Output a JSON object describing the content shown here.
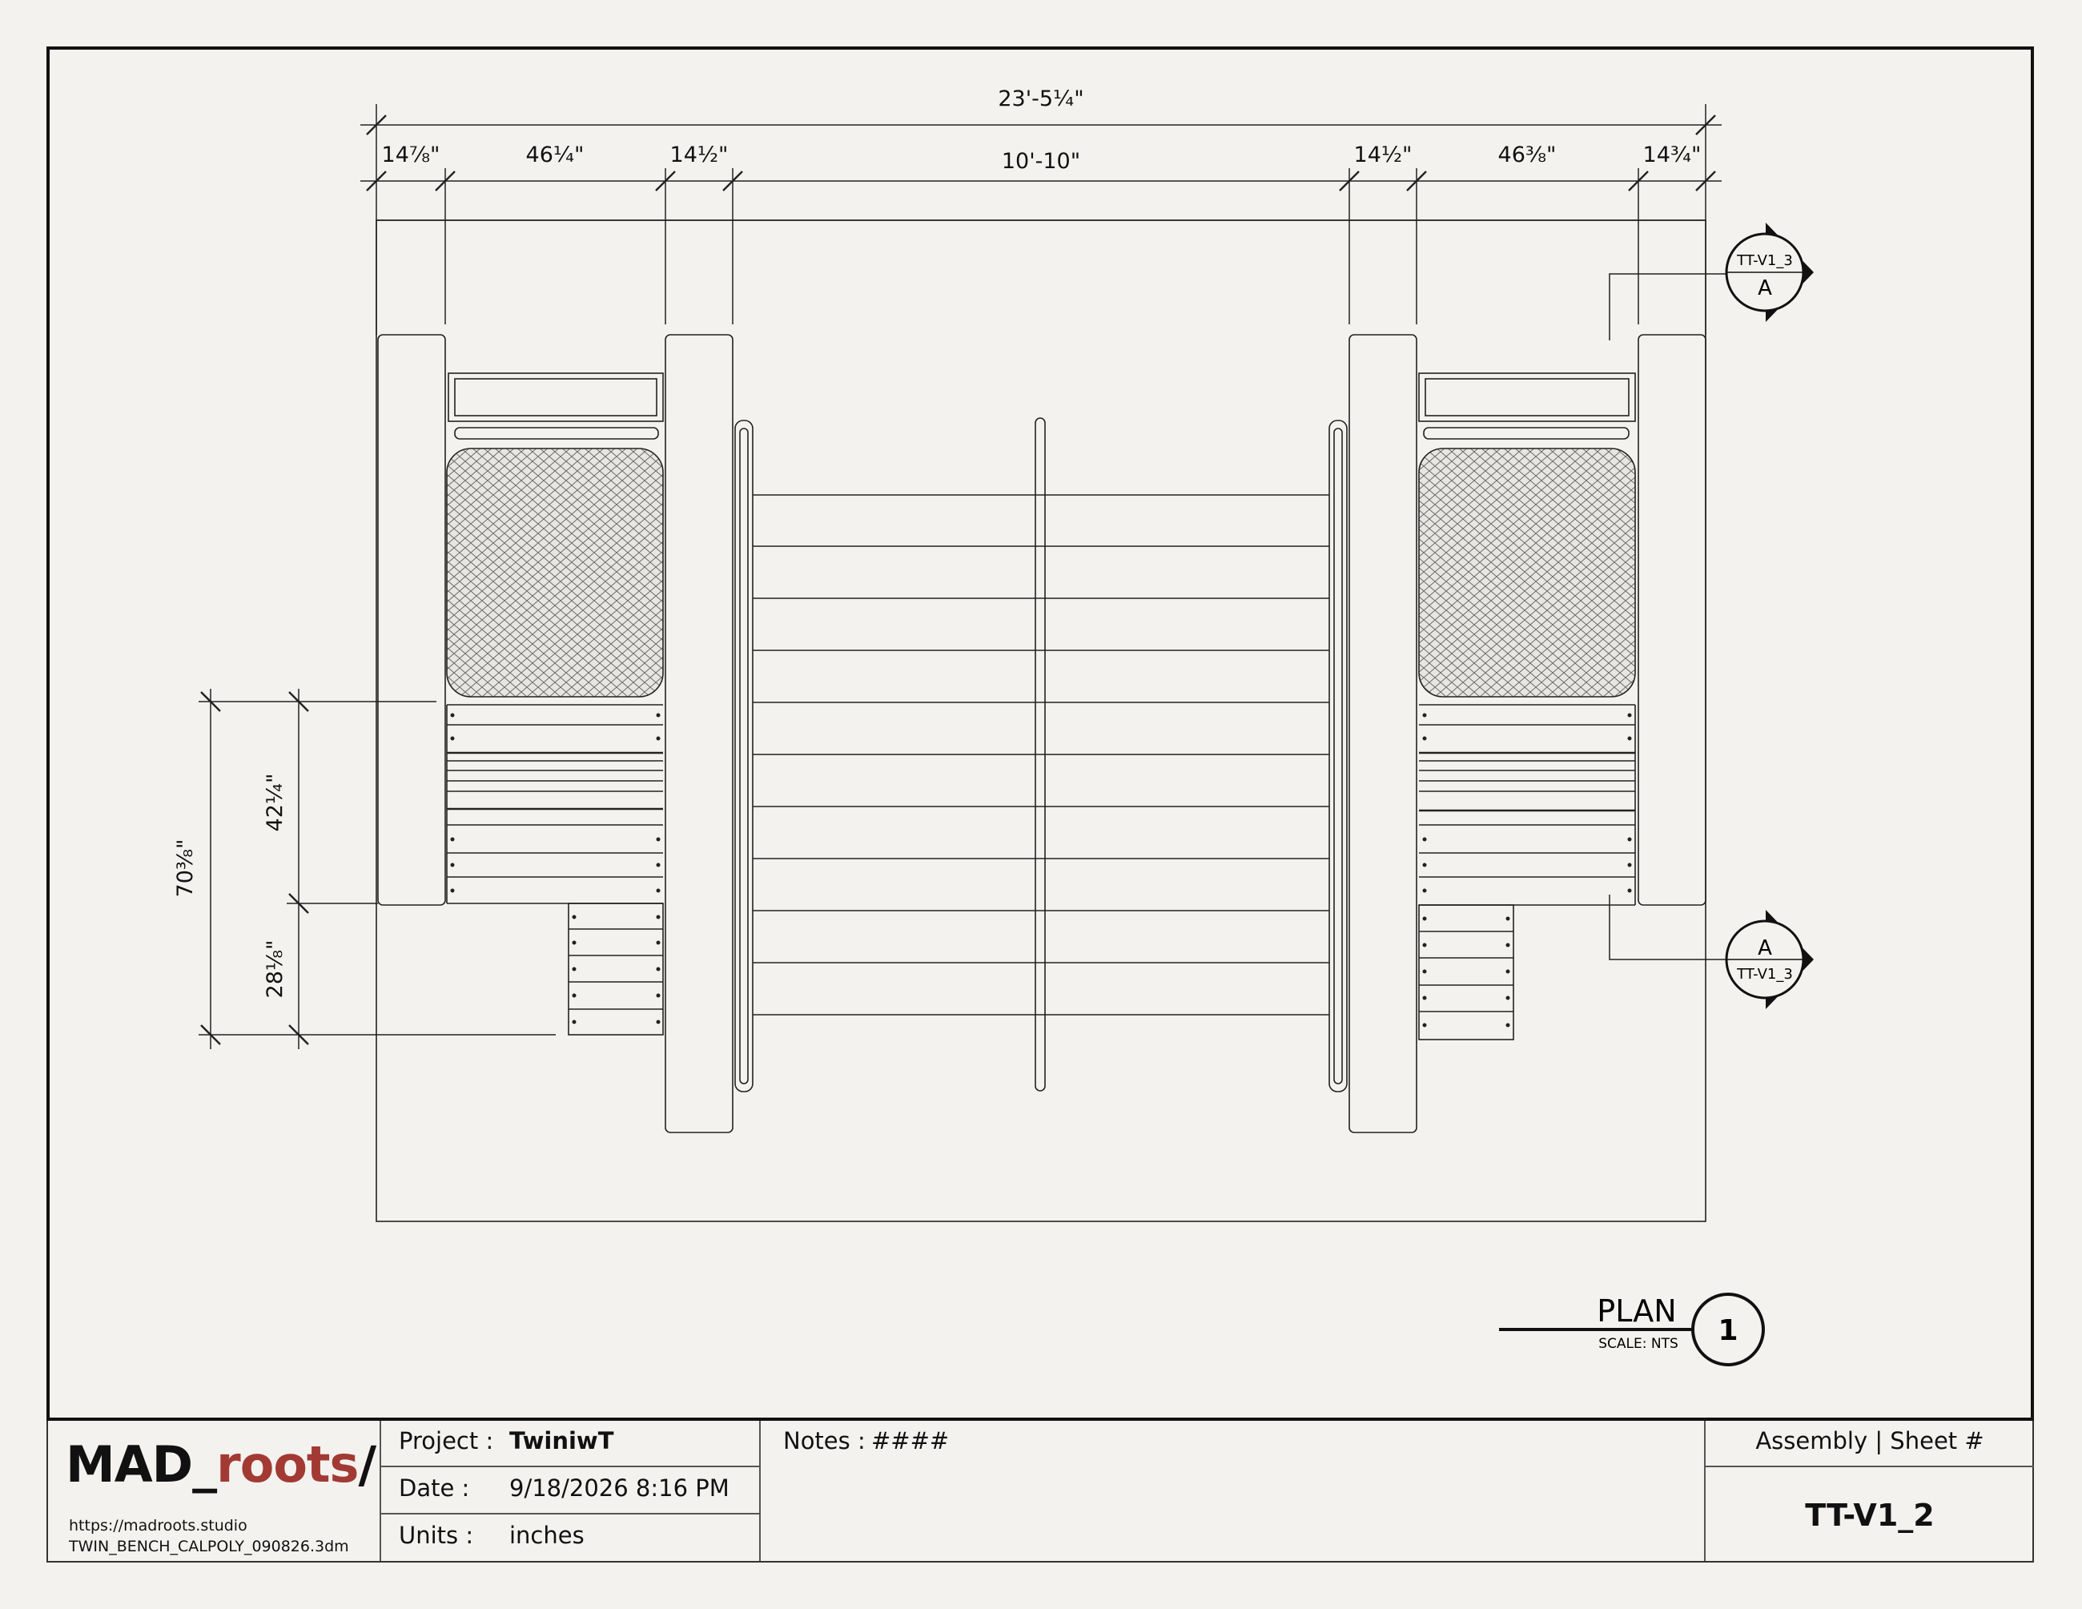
{
  "dimensions": {
    "overall_width": "23'-5¼\"",
    "top_segments": [
      "14⅞\"",
      "46¼\"",
      "14½\"",
      "10'-10\"",
      "14½\"",
      "46⅜\"",
      "14¾\""
    ],
    "left_overall": "70⅜\"",
    "left_upper": "42¼\"",
    "left_lower": "28⅛\""
  },
  "section_markers": [
    {
      "sheet": "TT-V1_3",
      "letter": "A",
      "position": "top-right"
    },
    {
      "sheet": "TT-V1_3",
      "letter": "A",
      "position": "bottom-right"
    }
  ],
  "view_title": {
    "label": "PLAN",
    "scale": "SCALE: NTS",
    "number": "1"
  },
  "title_block": {
    "logo_main": "MAD_",
    "logo_accent": "roots",
    "logo_slash": "/",
    "url": "https://madroots.studio",
    "file": "TWIN_BENCH_CALPOLY_090826.3dm",
    "project_label": "Project :",
    "project_value": "TwiniwT",
    "date_label": "Date :",
    "date_value": "9/18/2026 8:16 PM",
    "units_label": "Units :",
    "units_value": "inches",
    "notes_label": "Notes :",
    "notes_value": "####",
    "assembly_label": "Assembly | Sheet #",
    "sheet_number": "TT-V1_2"
  },
  "colors": {
    "accent": "#a23a33",
    "line": "#111111",
    "paper": "#f3f2ef"
  }
}
